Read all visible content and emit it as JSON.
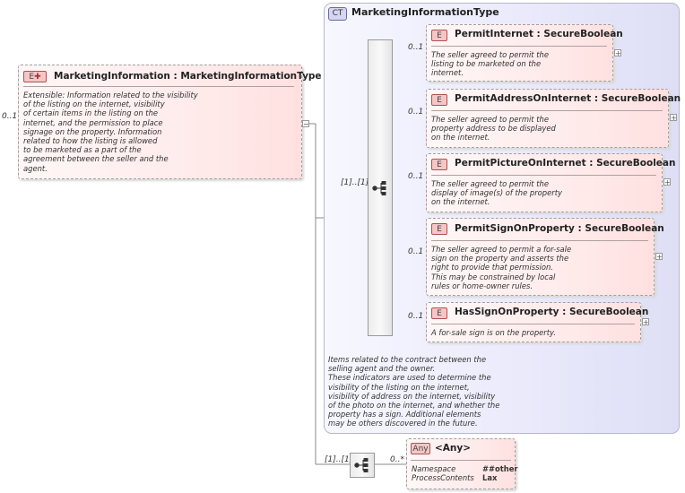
{
  "main_element": {
    "badge": "E",
    "title": "MarketingInformation : MarketingInformationType",
    "cardinality": "0..1",
    "description": "Extensible:         Information related to the visibility\nof the listing on the internet, visibility\nof certain items in the listing on the\ninternet, and the permission to place\nsignage on the property. Information\nrelated to how the listing is allowed\nto be marketed as a part of the\nagreement between the seller and the\nagent."
  },
  "complex_type": {
    "badge": "CT",
    "title": "MarketingInformationType",
    "sequence_cardinality": "[1]..[1]",
    "description": "Items related to the contract between the\nselling agent and the owner.\nThese indicators are used to determine the\nvisibility of the listing on the internet,\nvisibility of address on the internet, visibility\nof the photo on the internet, and whether the\nproperty has a sign. Additional elements\nmay be others discovered in the future."
  },
  "children": [
    {
      "badge": "E",
      "title": "PermitInternet : SecureBoolean",
      "cardinality": "0..1",
      "description": "The seller agreed to permit the\nlisting to be marketed on the\ninternet."
    },
    {
      "badge": "E",
      "title": "PermitAddressOnInternet : SecureBoolean",
      "cardinality": "0..1",
      "description": "The seller agreed to permit the\nproperty address to be displayed\non the internet."
    },
    {
      "badge": "E",
      "title": "PermitPictureOnInternet : SecureBoolean",
      "cardinality": "0..1",
      "description": "The seller agreed to permit the\ndisplay of image(s) of the property\non the internet."
    },
    {
      "badge": "E",
      "title": "PermitSignOnProperty : SecureBoolean",
      "cardinality": "0..1",
      "description": "The seller agreed to permit a for-sale\nsign on the property and asserts the\nright to provide that permission.\nThis may be constrained by local\nrules or home-owner rules."
    },
    {
      "badge": "E",
      "title": "HasSignOnProperty : SecureBoolean",
      "cardinality": "0..1",
      "description": "A for-sale sign is on the property."
    }
  ],
  "any": {
    "sequence_cardinality": "[1]..[1]",
    "cardinality": "0..*",
    "badge": "Any",
    "title": "<Any>",
    "namespace_label": "Namespace",
    "namespace_value": "##other",
    "process_label": "ProcessContents",
    "process_value": "Lax"
  }
}
